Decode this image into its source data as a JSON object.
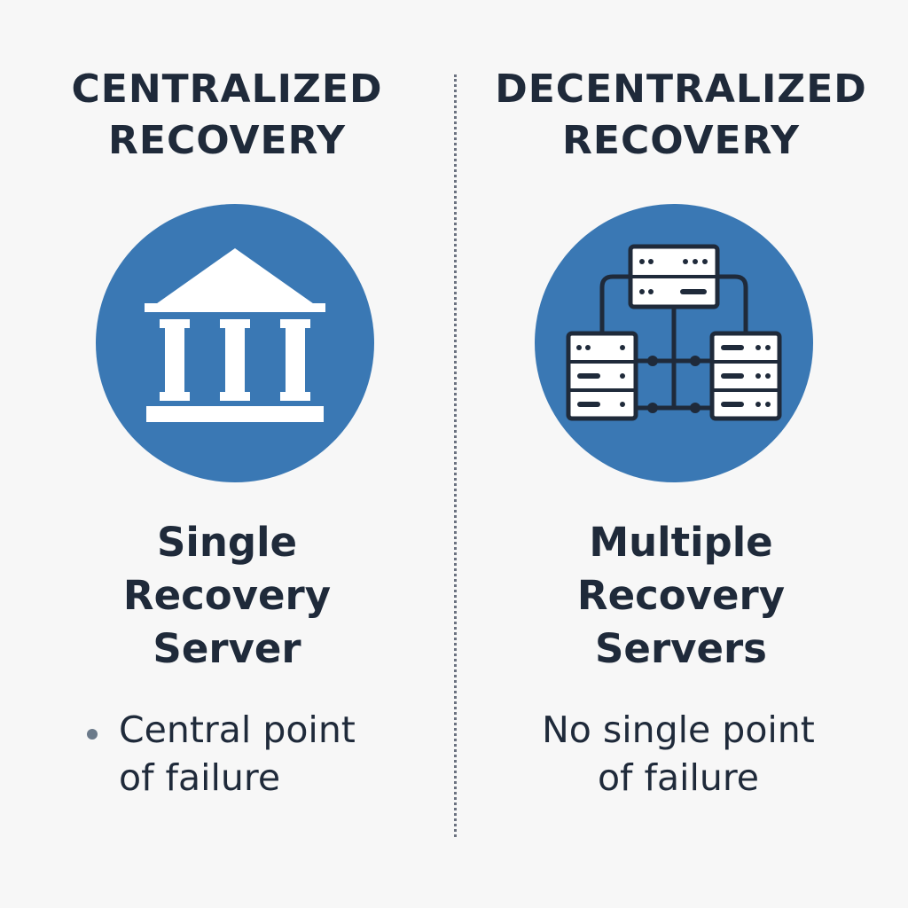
{
  "left": {
    "heading_line1": "CENTRALIZED",
    "heading_line2": "RECOVERY",
    "icon": "bank-building-icon",
    "subtitle_line1": "Single",
    "subtitle_line2": "Recovery",
    "subtitle_line3": "Server",
    "note_line1": "Central point",
    "note_line2": "of failure"
  },
  "right": {
    "heading_line1": "DECENTRALIZED",
    "heading_line2": "RECOVERY",
    "icon": "server-network-icon",
    "subtitle_line1": "Multiple",
    "subtitle_line2": "Recovery",
    "subtitle_line3": "Servers",
    "note_line1": "No single point",
    "note_line2": "of failure"
  },
  "colors": {
    "background": "#f7f7f7",
    "text": "#1f2a3a",
    "circle": "#3a78b4",
    "divider": "#6b7280"
  }
}
